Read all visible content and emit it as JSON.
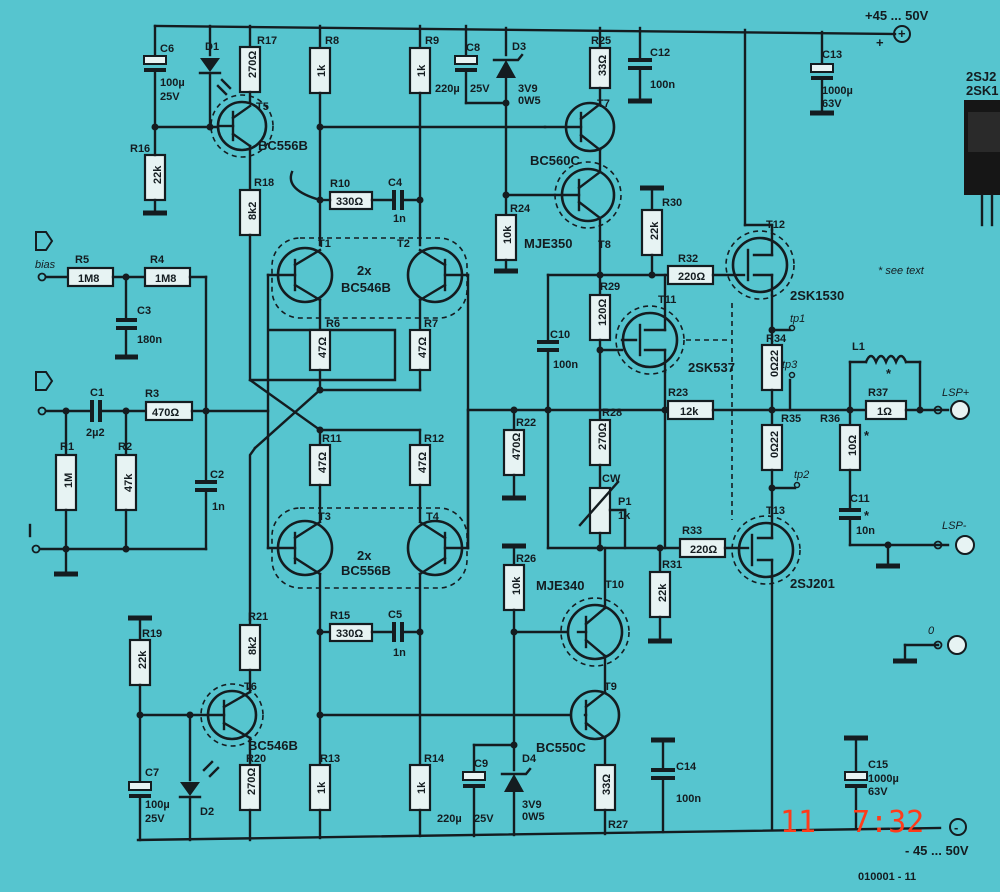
{
  "supply": {
    "pos": "+45 ... 50V",
    "neg": "- 45 ... 50V",
    "plus_sign": "+",
    "minus_sign": "-"
  },
  "figure_id": "010001 - 11",
  "timestamp": {
    "left": "11",
    "right": "7:32"
  },
  "note": "* see text",
  "corner_part": {
    "line1": "2SJ2",
    "line2": "2SK1"
  },
  "inputs": {
    "bias": "bias"
  },
  "outputs": {
    "lsp_pos": "LSP+",
    "lsp_neg": "LSP-",
    "zero": "0"
  },
  "test_points": {
    "tp1": "tp1",
    "tp2": "tp2",
    "tp3": "tp3"
  },
  "resistors": {
    "R1": {
      "name": "R1",
      "value": "1M"
    },
    "R2": {
      "name": "R2",
      "value": "47k"
    },
    "R3": {
      "name": "R3",
      "value": "470Ω"
    },
    "R4": {
      "name": "R4",
      "value": "1M8"
    },
    "R5": {
      "name": "R5",
      "value": "1M8"
    },
    "R6": {
      "name": "R6",
      "value": "47Ω"
    },
    "R7": {
      "name": "R7",
      "value": "47Ω"
    },
    "R8": {
      "name": "R8",
      "value": "1k"
    },
    "R9": {
      "name": "R9",
      "value": "1k"
    },
    "R10": {
      "name": "R10",
      "value": "330Ω"
    },
    "R11": {
      "name": "R11",
      "value": "47Ω"
    },
    "R12": {
      "name": "R12",
      "value": "47Ω"
    },
    "R13": {
      "name": "R13",
      "value": "1k"
    },
    "R14": {
      "name": "R14",
      "value": "1k"
    },
    "R15": {
      "name": "R15",
      "value": "330Ω"
    },
    "R16": {
      "name": "R16",
      "value": "22k"
    },
    "R17": {
      "name": "R17",
      "value": "270Ω"
    },
    "R18": {
      "name": "R18",
      "value": "8k2"
    },
    "R19": {
      "name": "R19",
      "value": "22k"
    },
    "R20": {
      "name": "R20",
      "value": "270Ω"
    },
    "R21": {
      "name": "R21",
      "value": "8k2"
    },
    "R22": {
      "name": "R22",
      "value": "470Ω"
    },
    "R23": {
      "name": "R23",
      "value": "12k"
    },
    "R24": {
      "name": "R24",
      "value": "10k"
    },
    "R25": {
      "name": "R25",
      "value": "33Ω"
    },
    "R26": {
      "name": "R26",
      "value": "10k"
    },
    "R27": {
      "name": "R27",
      "value": "33Ω"
    },
    "R28": {
      "name": "R28",
      "value": "270Ω"
    },
    "R29": {
      "name": "R29",
      "value": "120Ω"
    },
    "R30": {
      "name": "R30",
      "value": "22k"
    },
    "R31": {
      "name": "R31",
      "value": "22k"
    },
    "R32": {
      "name": "R32",
      "value": "220Ω"
    },
    "R33": {
      "name": "R33",
      "value": "220Ω"
    },
    "R34": {
      "name": "R34",
      "value": "0Ω22"
    },
    "R35": {
      "name": "R35",
      "value": "0Ω22"
    },
    "R36": {
      "name": "R36",
      "value": "10Ω"
    },
    "R37": {
      "name": "R37",
      "value": "1Ω"
    }
  },
  "capacitors": {
    "C1": {
      "name": "C1",
      "value": "2µ2"
    },
    "C2": {
      "name": "C2",
      "value": "1n"
    },
    "C3": {
      "name": "C3",
      "value": "180n"
    },
    "C4": {
      "name": "C4",
      "value": "1n"
    },
    "C5": {
      "name": "C5",
      "value": "1n"
    },
    "C6": {
      "name": "C6",
      "value": "100µ",
      "v2": "25V"
    },
    "C7": {
      "name": "C7",
      "value": "100µ",
      "v2": "25V"
    },
    "C8": {
      "name": "C8",
      "value": "220µ",
      "v2": "25V"
    },
    "C9": {
      "name": "C9",
      "value": "220µ",
      "v2": "25V"
    },
    "C10": {
      "name": "C10",
      "value": "100n"
    },
    "C11": {
      "name": "C11",
      "value": "10n"
    },
    "C12": {
      "name": "C12",
      "value": "100n"
    },
    "C13": {
      "name": "C13",
      "value": "1000µ",
      "v2": "63V"
    },
    "C14": {
      "name": "C14",
      "value": "100n"
    },
    "C15": {
      "name": "C15",
      "value": "1000µ",
      "v2": "63V"
    }
  },
  "diodes": {
    "D1": {
      "name": "D1"
    },
    "D2": {
      "name": "D2"
    },
    "D3": {
      "name": "D3",
      "value": "3V9",
      "v2": "0W5"
    },
    "D4": {
      "name": "D4",
      "value": "3V9",
      "v2": "0W5"
    }
  },
  "transistors": {
    "T1": "T1",
    "T2": "T2",
    "T3": "T3",
    "T4": "T4",
    "T5": "T5",
    "T6": "T6",
    "T7": "T7",
    "T8": "T8",
    "T9": "T9",
    "T10": "T10",
    "T11": "T11",
    "T12": "T12",
    "T13": "T13",
    "pair_top_count": "2x",
    "pair_top_type": "BC546B",
    "pair_bot_count": "2x",
    "pair_bot_type": "BC556B",
    "T5_type": "BC556B",
    "T6_type": "BC546B",
    "T7_type": "BC560C",
    "T8_type": "MJE350",
    "T9_type": "BC550C",
    "T10_type": "MJE340",
    "T11_type": "2SK537",
    "T12_type": "2SK1530",
    "T13_type": "2SJ201"
  },
  "misc": {
    "L1": "L1",
    "P1": "P1",
    "P1_value": "1k",
    "P1_cw": "CW",
    "star": "*"
  }
}
